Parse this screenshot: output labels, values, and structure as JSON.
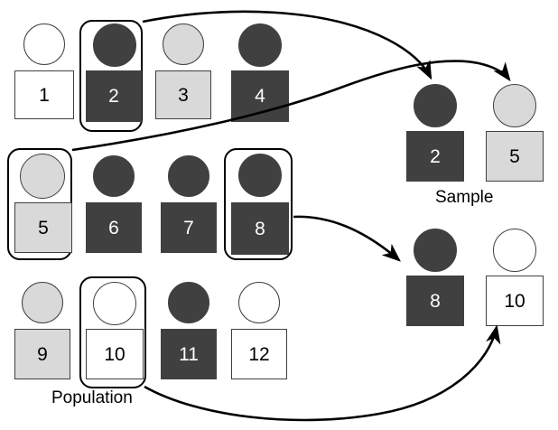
{
  "figure": {
    "title_population": "Population",
    "title_sample": "Sample",
    "colors": {
      "dark": "#404040",
      "light": "#d9d9d9",
      "white": "#ffffff",
      "outline": "#000000",
      "arrow": "#000000"
    }
  },
  "population": {
    "label": "Population",
    "rows": [
      {
        "row_index": 0,
        "items": [
          {
            "label": "1",
            "shade": "white",
            "selected": false
          },
          {
            "label": "2",
            "shade": "dark",
            "selected": true
          },
          {
            "label": "3",
            "shade": "light",
            "selected": false
          },
          {
            "label": "4",
            "shade": "dark",
            "selected": false
          }
        ]
      },
      {
        "row_index": 1,
        "items": [
          {
            "label": "5",
            "shade": "light",
            "selected": true
          },
          {
            "label": "6",
            "shade": "dark",
            "selected": false
          },
          {
            "label": "7",
            "shade": "dark",
            "selected": false
          },
          {
            "label": "8",
            "shade": "dark",
            "selected": true
          }
        ]
      },
      {
        "row_index": 2,
        "items": [
          {
            "label": "9",
            "shade": "light",
            "selected": false
          },
          {
            "label": "10",
            "shade": "white",
            "selected": true
          },
          {
            "label": "11",
            "shade": "dark",
            "selected": false
          },
          {
            "label": "12",
            "shade": "white",
            "selected": false
          }
        ]
      }
    ]
  },
  "sample": {
    "label": "Sample",
    "rows": [
      {
        "row_index": 0,
        "items": [
          {
            "label": "2",
            "shade": "dark"
          },
          {
            "label": "5",
            "shade": "light"
          }
        ]
      },
      {
        "row_index": 1,
        "items": [
          {
            "label": "8",
            "shade": "dark"
          },
          {
            "label": "10",
            "shade": "white"
          }
        ]
      }
    ]
  },
  "arrows": [
    {
      "name": "arrow-2-to-sample-2",
      "from": "population item 2",
      "to": "sample item 2"
    },
    {
      "name": "arrow-5-to-sample-5",
      "from": "population item 5",
      "to": "sample item 5"
    },
    {
      "name": "arrow-8-to-sample-8",
      "from": "population item 8",
      "to": "sample item 8"
    },
    {
      "name": "arrow-10-to-sample-10",
      "from": "population item 10",
      "to": "sample item 10"
    }
  ]
}
